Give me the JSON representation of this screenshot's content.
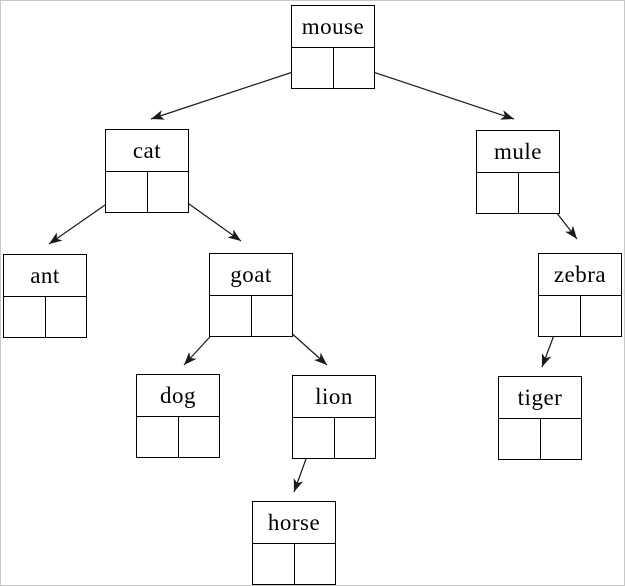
{
  "figure": {
    "type": "binary-search-tree-linked-node-diagram",
    "background_color": "#ffffff",
    "frame_color": "#c8c8c8",
    "box_border_color": "#000000",
    "arrow_color": "#1a1a1a",
    "text_color": "#000000"
  },
  "nodes": [
    {
      "id": "mouse",
      "label": "mouse",
      "left_child": "cat",
      "right_child": "mule"
    },
    {
      "id": "cat",
      "label": "cat",
      "left_child": "ant",
      "right_child": "goat"
    },
    {
      "id": "mule",
      "label": "mule",
      "left_child": null,
      "right_child": "zebra"
    },
    {
      "id": "ant",
      "label": "ant",
      "left_child": null,
      "right_child": null
    },
    {
      "id": "goat",
      "label": "goat",
      "left_child": "dog",
      "right_child": "lion"
    },
    {
      "id": "zebra",
      "label": "zebra",
      "left_child": "tiger",
      "right_child": null
    },
    {
      "id": "dog",
      "label": "dog",
      "left_child": null,
      "right_child": null
    },
    {
      "id": "lion",
      "label": "lion",
      "left_child": "horse",
      "right_child": null
    },
    {
      "id": "tiger",
      "label": "tiger",
      "left_child": null,
      "right_child": null
    },
    {
      "id": "horse",
      "label": "horse",
      "left_child": null,
      "right_child": null
    }
  ],
  "edges": [
    {
      "from": "mouse",
      "slot": "left",
      "to": "cat"
    },
    {
      "from": "mouse",
      "slot": "right",
      "to": "mule"
    },
    {
      "from": "cat",
      "slot": "left",
      "to": "ant"
    },
    {
      "from": "cat",
      "slot": "right",
      "to": "goat"
    },
    {
      "from": "goat",
      "slot": "left",
      "to": "dog"
    },
    {
      "from": "goat",
      "slot": "right",
      "to": "lion"
    },
    {
      "from": "mule",
      "slot": "right",
      "to": "zebra"
    },
    {
      "from": "zebra",
      "slot": "left",
      "to": "tiger"
    },
    {
      "from": "lion",
      "slot": "left",
      "to": "horse"
    }
  ]
}
